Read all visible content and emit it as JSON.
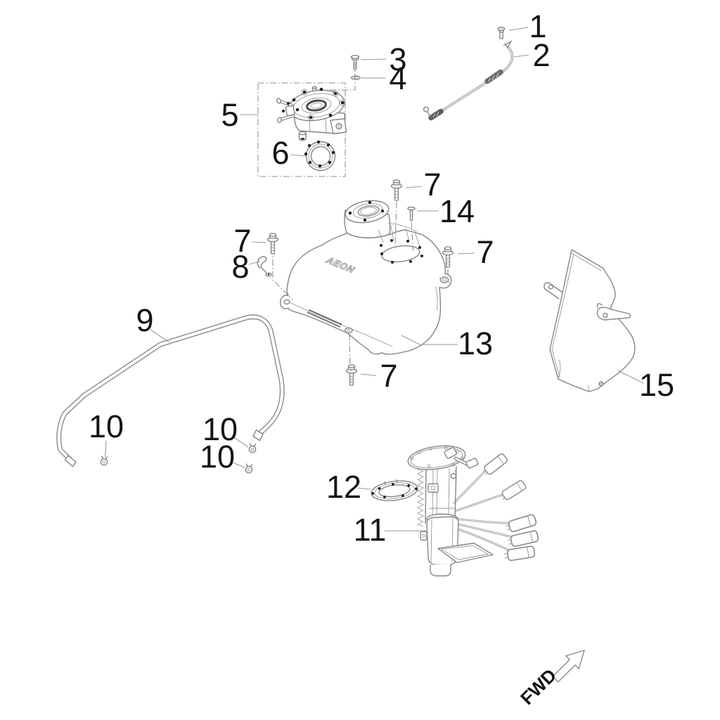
{
  "diagram": {
    "brand_logo": "AEON",
    "direction_label": "FWD",
    "callouts": {
      "c1": "1",
      "c2": "2",
      "c3": "3",
      "c4": "4",
      "c5": "5",
      "c6": "6",
      "c7a": "7",
      "c7b": "7",
      "c7c": "7",
      "c7d": "7",
      "c8": "8",
      "c9": "9",
      "c10a": "10",
      "c10b": "10",
      "c10c": "10",
      "c11": "11",
      "c12": "12",
      "c13": "13",
      "c14": "14",
      "c15": "15"
    }
  }
}
